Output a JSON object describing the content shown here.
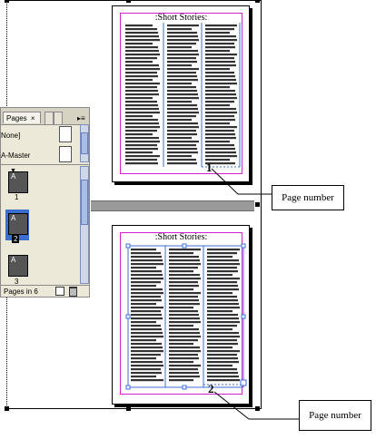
{
  "pages": [
    {
      "header": ":Short Stories:",
      "number": "1"
    },
    {
      "header": ":Short Stories:",
      "number": "2"
    }
  ],
  "callouts": [
    {
      "label": "Page number"
    },
    {
      "label": "Page number"
    }
  ],
  "panel": {
    "tab_label": "Pages",
    "close_glyph": "×",
    "menu_glyph": "▸≡",
    "masters": [
      {
        "label": "None]"
      },
      {
        "label": "A-Master"
      }
    ],
    "thumbnails": [
      {
        "prefix": "A",
        "number": "1",
        "selected": false
      },
      {
        "prefix": "A",
        "number": "2",
        "selected": true
      },
      {
        "prefix": "A",
        "number": "3",
        "selected": false
      }
    ],
    "status": "Pages in 6",
    "colors": {
      "selection": "#3a6fd0",
      "panel_bg": "#ece9d8"
    }
  }
}
